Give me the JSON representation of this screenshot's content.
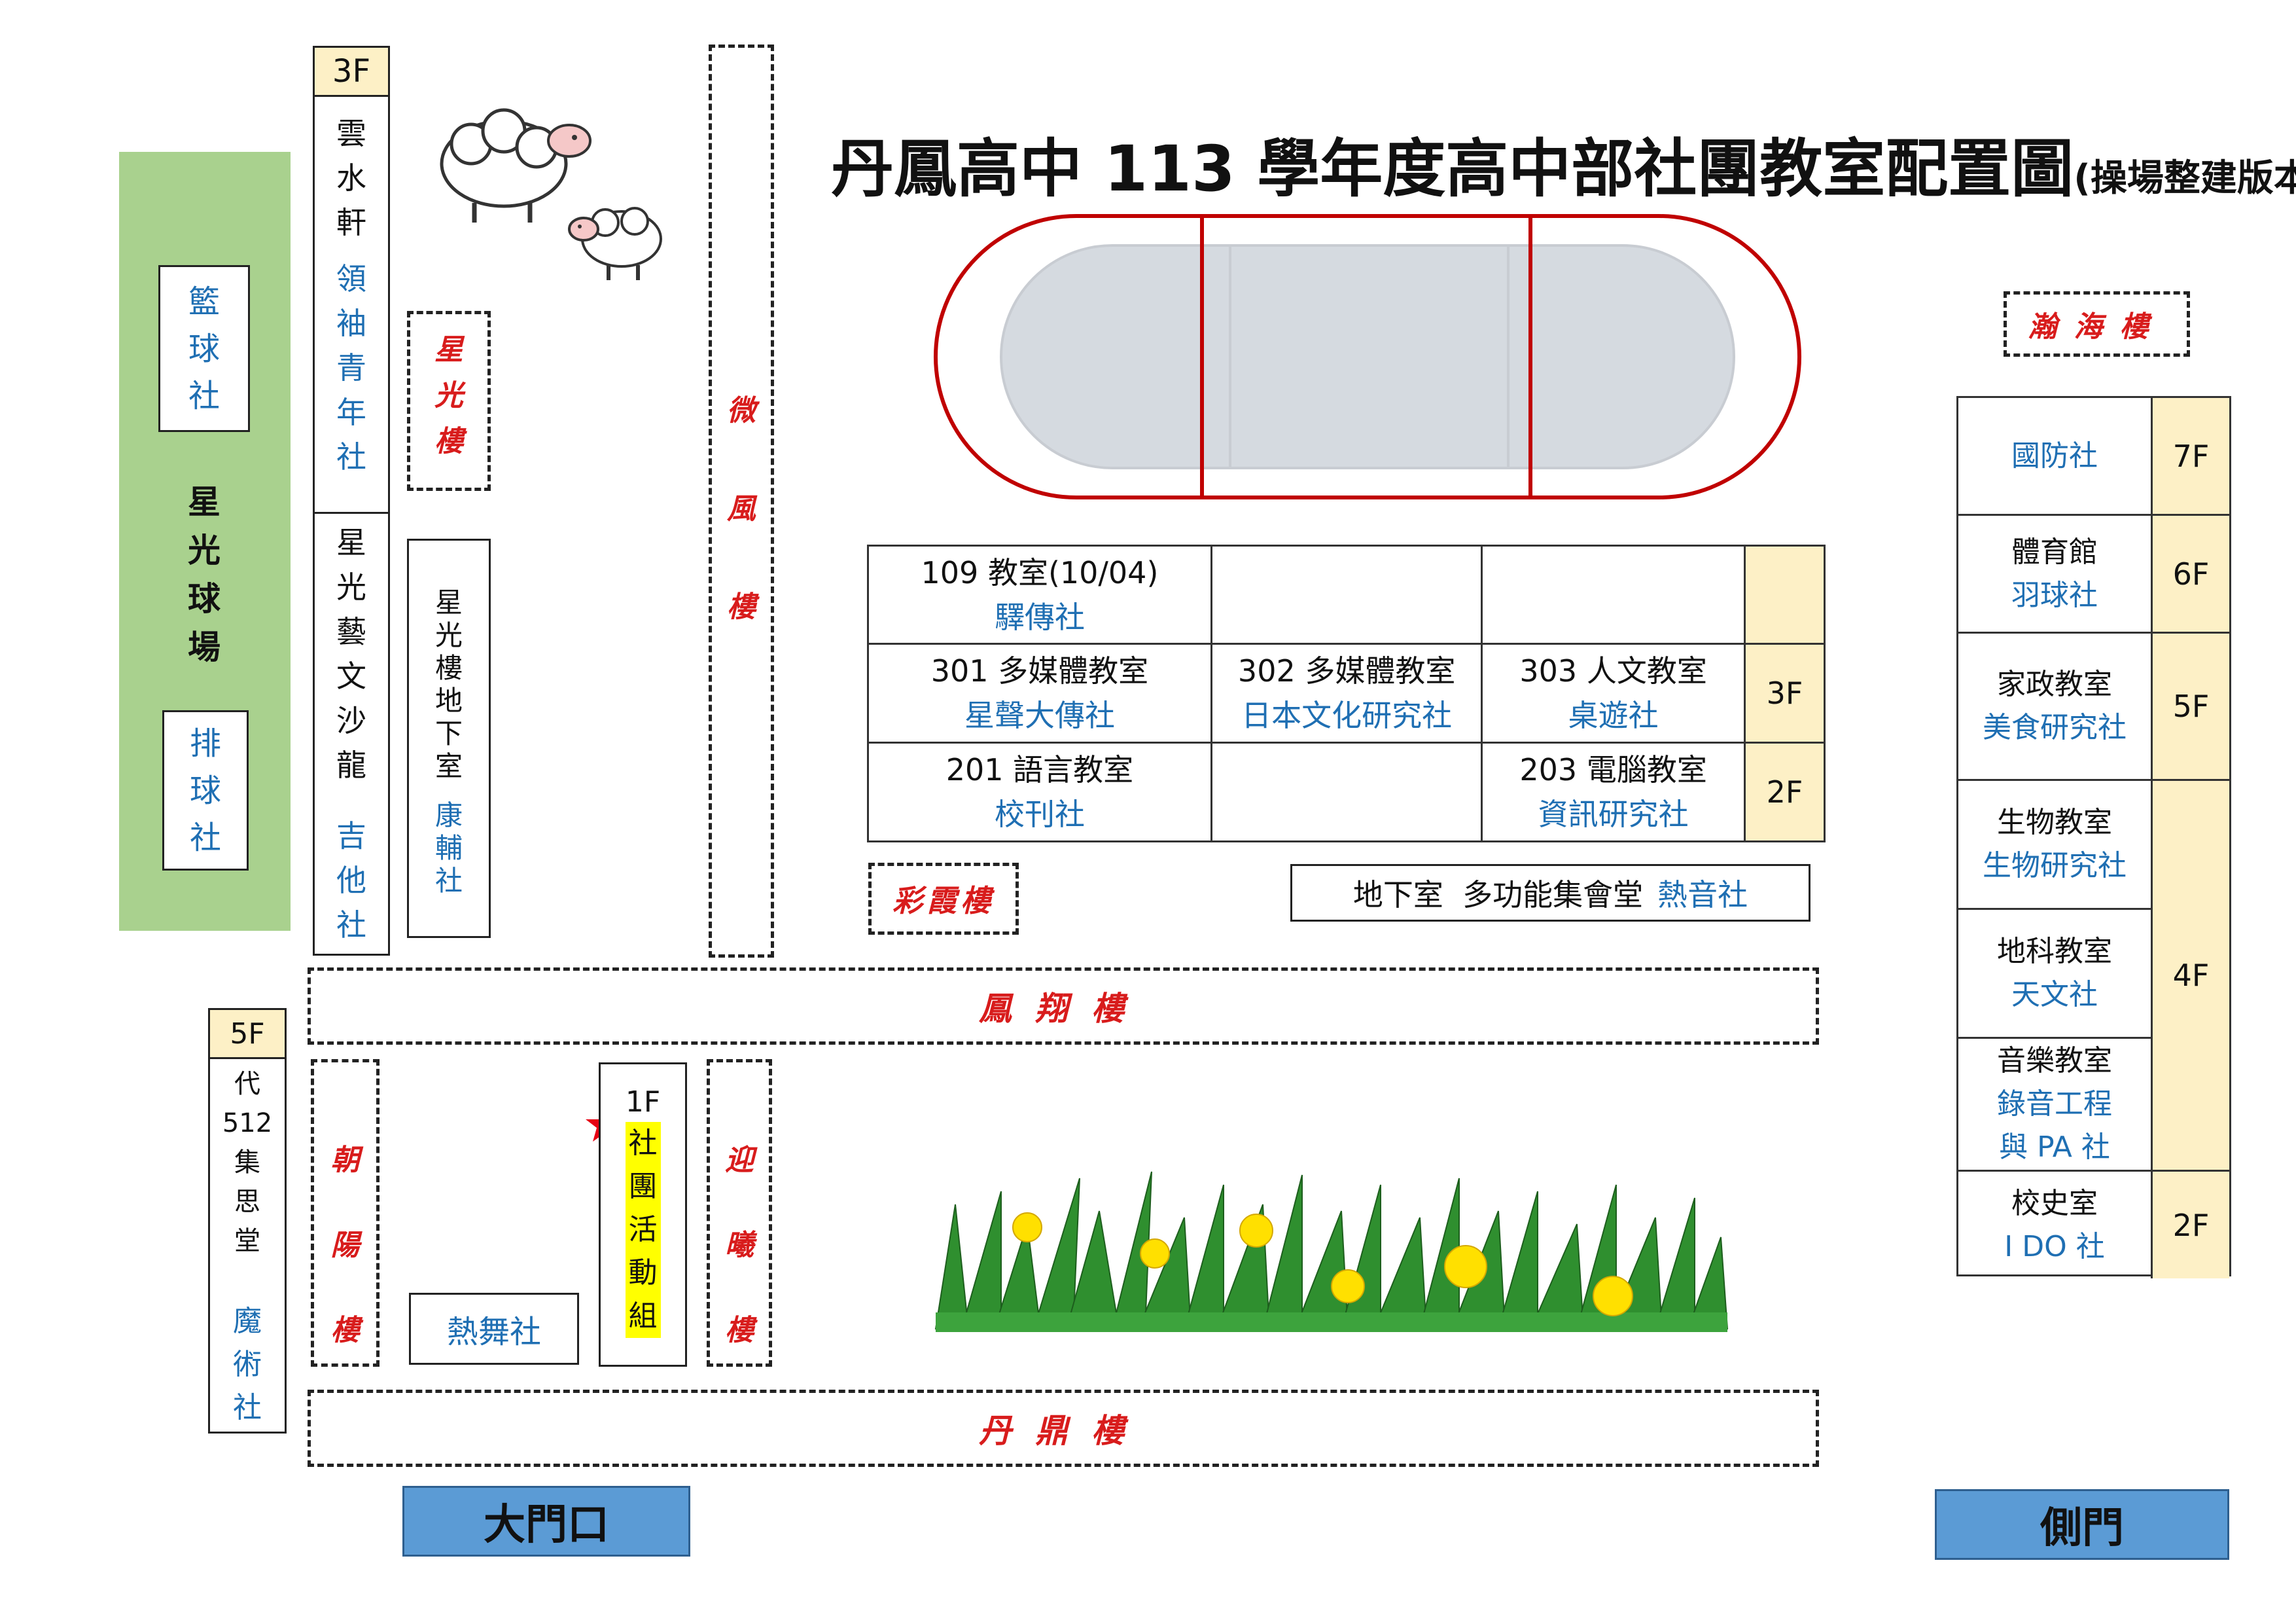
{
  "title": "丹鳳高中 113 學年度高中部社團教室配置圖",
  "subtitle": "(操場整建版本)",
  "left": {
    "court_name": "星光球場",
    "basketball": "籃球社",
    "volleyball": "排球社"
  },
  "yunshui": {
    "floor": "3F",
    "name": "雲水軒",
    "club_top": "領袖青年社",
    "name2": "星光藝文沙龍",
    "club_bottom": "吉他社"
  },
  "xingguang_building": "星光樓",
  "basement": {
    "name": "星光樓地下室",
    "club": "康輔社"
  },
  "weifeng_building": "微風樓",
  "caixia_building": "彩霞樓",
  "fengxiang_building": "鳳翔樓",
  "chaoyang_building": "朝陽樓",
  "yingxi_building": "迎曦樓",
  "danding_building": "丹鼎樓",
  "hanhai_building": "瀚海樓",
  "dai512": {
    "floor": "5F",
    "name": "代512集思堂",
    "club": "魔術社"
  },
  "activity": {
    "floor": "1F",
    "name": "社團活動組"
  },
  "hip_hop": "熱舞社",
  "grid": {
    "row1": {
      "room": "109 教室(10/04)",
      "club": "驛傳社"
    },
    "row2": [
      {
        "room": "301 多媒體教室",
        "club": "星聲大傳社"
      },
      {
        "room": "302 多媒體教室",
        "club": "日本文化研究社"
      },
      {
        "room": "303 人文教室",
        "club": "桌遊社"
      }
    ],
    "row2_floor": "3F",
    "row3": [
      {
        "room": "201 語言教室",
        "club": "校刊社"
      },
      {
        "room": "203 電腦教室",
        "club": "資訊研究社"
      }
    ],
    "row3_floor": "2F"
  },
  "hall": {
    "room": "地下室  多功能集會堂",
    "club": "熱音社"
  },
  "right": [
    {
      "room": "",
      "club": "國防社",
      "floor": "7F"
    },
    {
      "room": "體育館",
      "club": "羽球社",
      "floor": "6F"
    },
    {
      "room": "家政教室",
      "club": "美食研究社",
      "floor": "5F"
    },
    {
      "room": "生物教室",
      "club": "生物研究社"
    },
    {
      "room": "地科教室",
      "club": "天文社"
    },
    {
      "room": "音樂教室",
      "club": "錄音工程與 PA 社"
    },
    {
      "room": "校史室",
      "club": "I DO 社",
      "floor": "2F"
    }
  ],
  "right_floor_4f": "4F",
  "gate_main": "大門口",
  "gate_side": "側門",
  "colors": {
    "green": "#a9d18e",
    "blue_gate": "#5b9bd5",
    "floor_bg": "#fdf0c6",
    "track_red": "#c00000",
    "field": "#d5dae0"
  }
}
